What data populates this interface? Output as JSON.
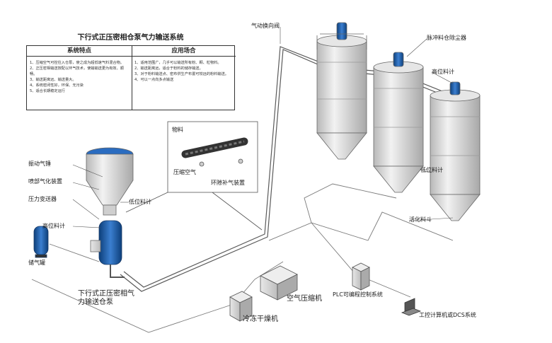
{
  "title": "下行式正压密相仓泵气力输送系统",
  "table": {
    "headers": [
      "系统特点",
      "应用场合"
    ],
    "features": [
      "1、压缩空气可控往入仓泵，使之成为超低速气料混合物。",
      "2、正压密相输送按配以环气技术，使输输送更为有效、顺畅。",
      "3、输送距离远、输送量大。",
      "4、系统密闭性好，环保、无污染",
      "5、适合长期稳定运行"
    ],
    "applications": [
      "1、适用范围广，几乎可以输送所有粉、颗、粒物料。",
      "2、输送距离远，适合于粉料的储存输送。",
      "3、对于粉料输送点、密布供生产布置可较远的粉料输送。",
      "4、可以一点向多点输送"
    ]
  },
  "labels": {
    "pneumatic_reversing_valve": "气动换向阀",
    "pulse_dust_collector": "脉冲料仓除尘器",
    "high_level_gauge_right": "高位料计",
    "low_level_gauge_right": "低位料计",
    "ash_hopper": "活化料斗",
    "material": "物料",
    "compressed_air": "压缩空气",
    "ring_air_device": "环隙补气装置",
    "vibrating_hammer": "振动气锤",
    "fluidizing_device": "喷部气化装置",
    "pressure_transmitter": "压力变送器",
    "low_level_gauge_left": "低位料计",
    "high_level_gauge_left": "高位料计",
    "air_tank": "储气罐",
    "pump_name": "下行式正压密相气力输送仓泵",
    "air_compressor": "空气压缩机",
    "plc_system": "PLC可编程控制系统",
    "dryer": "冷冻干燥机",
    "dcs": "工控计算机或DCS系统"
  },
  "colors": {
    "silo_body": "#dcdcdc",
    "pipe": "#5a5a5a",
    "pump_blue": "#1f5fa8",
    "air_line": "#7a7a7a",
    "leader": "#555555"
  }
}
